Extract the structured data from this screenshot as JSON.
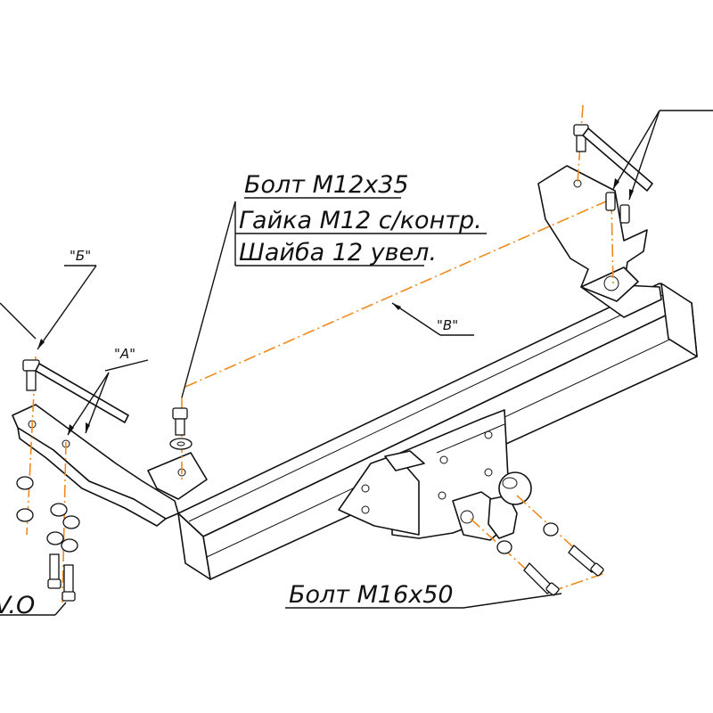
{
  "callouts": {
    "bolt_m12": "Болт М12х35",
    "nut_m12": "Гайка М12 с/контр.",
    "washer_12": "Шайба 12 увел.",
    "bolt_m16": "Болт М16х50",
    "label_b_cyr": "\"Б\"",
    "label_a": "\"А\"",
    "label_v": "\"В\"",
    "label_cut": "V.O"
  },
  "colors": {
    "axis_line": "#f08a1c",
    "outline": "#111111",
    "background": "#ffffff"
  }
}
